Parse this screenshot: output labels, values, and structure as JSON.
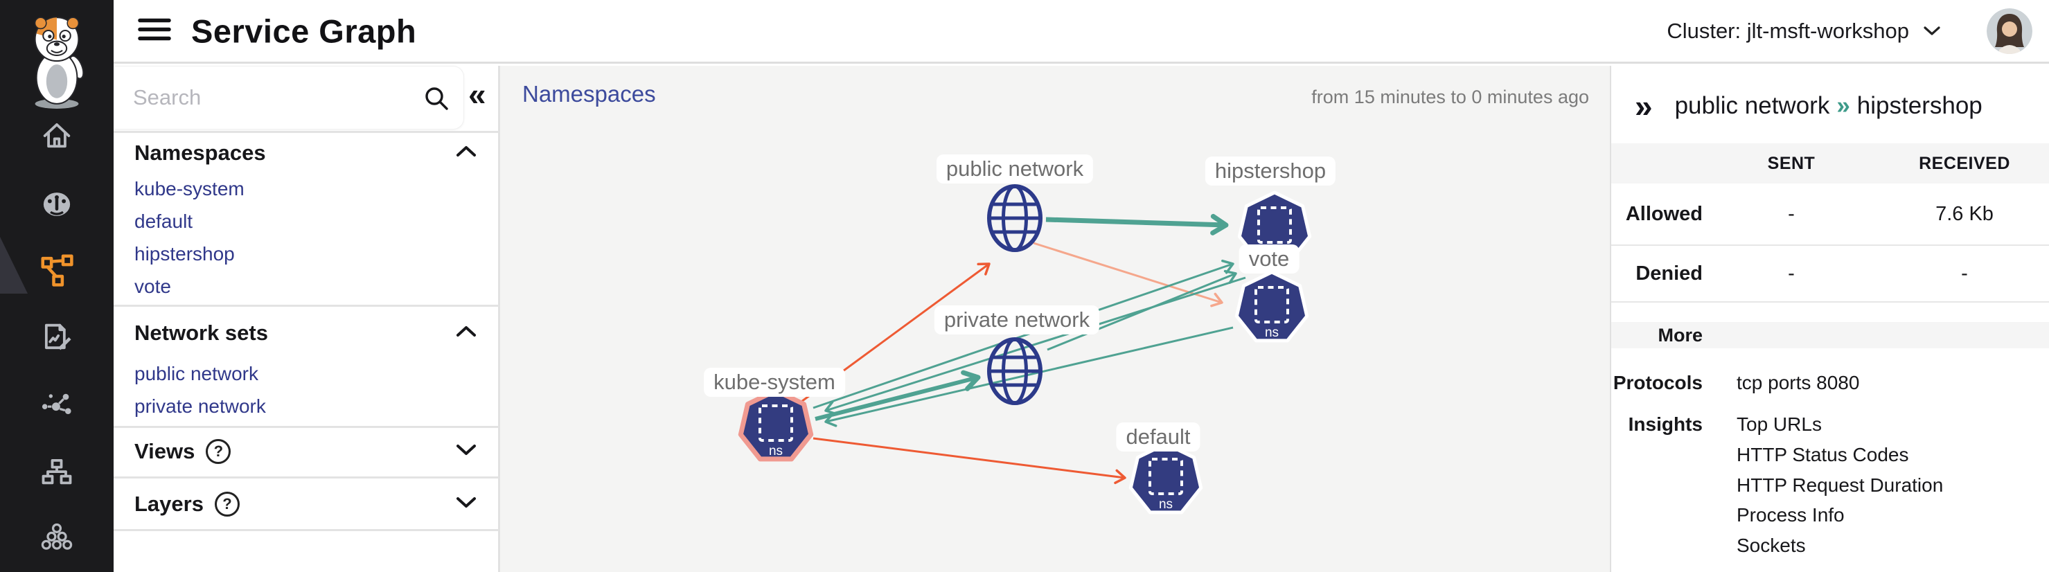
{
  "topbar": {
    "title": "Service Graph",
    "cluster_label": "Cluster: jlt-msft-workshop"
  },
  "rail": {
    "icons": [
      "otterize-logo",
      "home",
      "dashboard",
      "service-graph",
      "access-graph",
      "network-map",
      "hierarchy",
      "clusters"
    ],
    "active_icon": "service-graph",
    "active_color": "#f0932b",
    "icon_color": "#b7bac0"
  },
  "sidebar": {
    "search_placeholder": "Search",
    "namespaces": {
      "label": "Namespaces",
      "items": [
        "kube-system",
        "default",
        "hipstershop",
        "vote"
      ]
    },
    "network_sets": {
      "label": "Network sets",
      "items": [
        "public network",
        "private network"
      ]
    },
    "views": {
      "label": "Views"
    },
    "layers": {
      "label": "Layers"
    }
  },
  "canvas": {
    "view_label": "Namespaces",
    "time_range": "from 15 minutes to 0 minutes ago",
    "ns_badge": "ns",
    "nodes": [
      {
        "label": "public network",
        "type": "network-set"
      },
      {
        "label": "hipstershop",
        "type": "namespace"
      },
      {
        "label": "vote",
        "type": "namespace"
      },
      {
        "label": "private network",
        "type": "network-set"
      },
      {
        "label": "kube-system",
        "type": "namespace",
        "highlight": "salmon-outline"
      },
      {
        "label": "default",
        "type": "namespace"
      }
    ],
    "edges": [
      {
        "from": "public network",
        "to": "hipstershop",
        "color": "teal",
        "weight": "thick"
      },
      {
        "from": "public network",
        "to": "vote",
        "color": "salmon",
        "weight": "thin"
      },
      {
        "from": "kube-system",
        "to": "public network",
        "color": "orange",
        "weight": "thin"
      },
      {
        "from": "kube-system",
        "to": "private network",
        "color": "teal",
        "weight": "thick"
      },
      {
        "from": "kube-system",
        "to": "hipstershop",
        "color": "teal",
        "weight": "thin"
      },
      {
        "from": "private network",
        "to": "hipstershop",
        "color": "teal",
        "weight": "thin"
      },
      {
        "from": "hipstershop",
        "to": "kube-system",
        "color": "teal",
        "weight": "thin"
      },
      {
        "from": "vote",
        "to": "kube-system",
        "color": "teal",
        "weight": "thin"
      },
      {
        "from": "kube-system",
        "to": "default",
        "color": "orange",
        "weight": "thin"
      }
    ]
  },
  "panel": {
    "source": "public network",
    "target": "hipstershop",
    "columns": {
      "sent": "SENT",
      "received": "RECEIVED"
    },
    "rows": [
      {
        "label": "Allowed",
        "sent": "-",
        "received": "7.6 Kb"
      },
      {
        "label": "Denied",
        "sent": "-",
        "received": "-"
      }
    ],
    "more_label": "More",
    "protocols": {
      "label": "Protocols",
      "value": "tcp ports 8080"
    },
    "insights": {
      "label": "Insights",
      "items": [
        "Top URLs",
        "HTTP Status Codes",
        "HTTP Request Duration",
        "Process Info",
        "Sockets"
      ]
    }
  },
  "icons": {
    "sidebar_collapse": "«",
    "panel_expand": "»",
    "breadcrumb_separator": "»",
    "help": "?"
  },
  "colors": {
    "teal": "#4fa292",
    "orange": "#ee5a33",
    "salmon": "#f5a78c",
    "node_navy": "#333c80",
    "globe_navy": "#2c3a8a",
    "link_indigo": "#30388a",
    "canvas_label_indigo": "#3c4a9c",
    "kube_halo": "#f09a91"
  }
}
